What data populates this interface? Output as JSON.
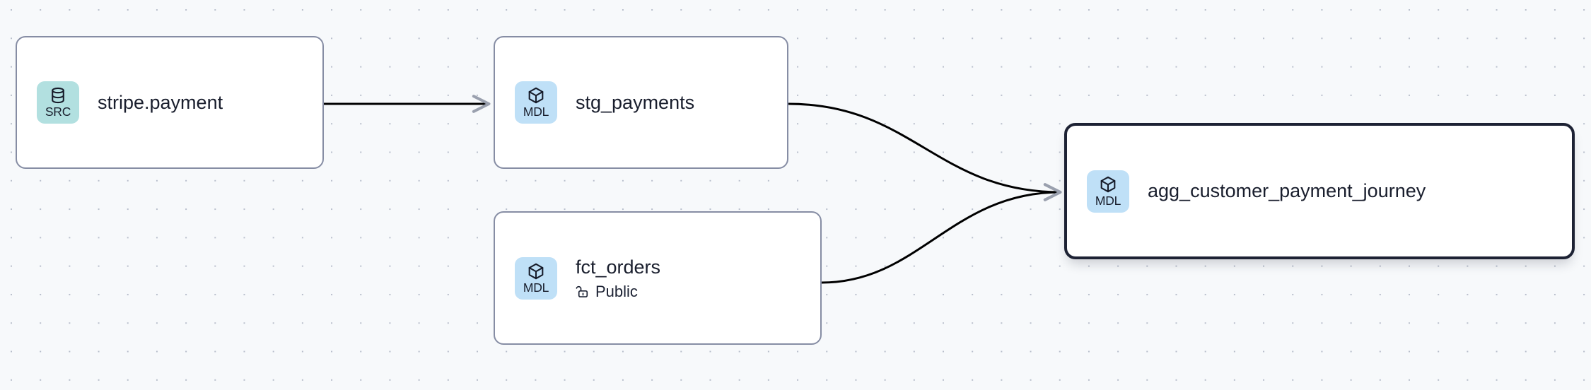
{
  "graph": {
    "background_color": "#f7f9fb",
    "grid": "dot-grid",
    "nodes": [
      {
        "id": "stripe-payment",
        "badge_type": "SRC",
        "badge_icon": "database-icon",
        "badge_color": "#b2e0e0",
        "title": "stripe.payment",
        "subtitle": null,
        "subtitle_icon": null,
        "selected": false
      },
      {
        "id": "stg-payments",
        "badge_type": "MDL",
        "badge_icon": "cube-icon",
        "badge_color": "#bfe0f7",
        "title": "stg_payments",
        "subtitle": null,
        "subtitle_icon": null,
        "selected": false
      },
      {
        "id": "fct-orders",
        "badge_type": "MDL",
        "badge_icon": "cube-icon",
        "badge_color": "#bfe0f7",
        "title": "fct_orders",
        "subtitle": "Public",
        "subtitle_icon": "unlock-icon",
        "selected": false
      },
      {
        "id": "agg-customer-payment-journey",
        "badge_type": "MDL",
        "badge_icon": "cube-icon",
        "badge_color": "#bfe0f7",
        "title": "agg_customer_payment_journey",
        "subtitle": null,
        "subtitle_icon": null,
        "selected": true
      }
    ],
    "edges": [
      {
        "id": "edge-stripe-to-stg",
        "from": "stripe-payment",
        "to": "stg-payments",
        "style": "straight",
        "color": "#000000"
      },
      {
        "id": "edge-stg-to-agg",
        "from": "stg-payments",
        "to": "agg-customer-payment-journey",
        "style": "bezier",
        "color": "#000000"
      },
      {
        "id": "edge-fct-to-agg",
        "from": "fct-orders",
        "to": "agg-customer-payment-journey",
        "style": "bezier",
        "color": "#000000"
      }
    ],
    "colors": {
      "node_border": "#868da4",
      "selected_border": "#1d2234",
      "edge": "#000000",
      "arrowhead": "#9aa0ae",
      "text": "#191e2d",
      "src_badge": "#b2e0e0",
      "mdl_badge": "#bfe0f7"
    }
  }
}
